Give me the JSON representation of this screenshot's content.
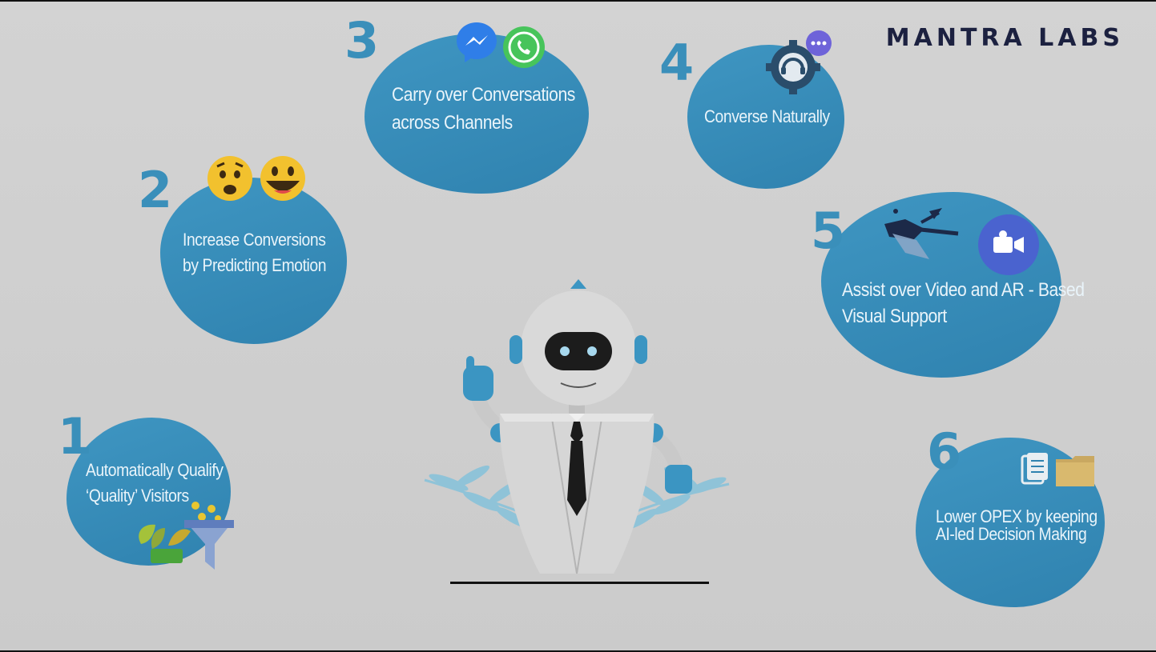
{
  "brand": "MANTRA LABS",
  "items": [
    {
      "number": "1",
      "line1": "Automatically Qualify",
      "line2": "‘Quality’ Visitors",
      "icon": "plant-funnel-icon"
    },
    {
      "number": "2",
      "line1": "Increase Conversions",
      "line2": "by Predicting Emotion",
      "icon": "emoji-faces-icon"
    },
    {
      "number": "3",
      "line1": "Carry over Conversations",
      "line2": "across Channels",
      "icon": "messenger-whatsapp-icon"
    },
    {
      "number": "4",
      "line1": "Converse Naturally",
      "line2": "",
      "icon": "headset-gear-icon"
    },
    {
      "number": "5",
      "line1": "Assist over Video and AR - Based",
      "line2": "Visual Support",
      "icon": "ar-glasses-video-icon"
    },
    {
      "number": "6",
      "line1": "Lower OPEX by keeping",
      "line2": "AI-led Decision Making",
      "icon": "document-folder-icon"
    }
  ],
  "colors": {
    "bubble": "#3a8fba",
    "background": "#cfcfcf",
    "brand": "#1c2140"
  }
}
